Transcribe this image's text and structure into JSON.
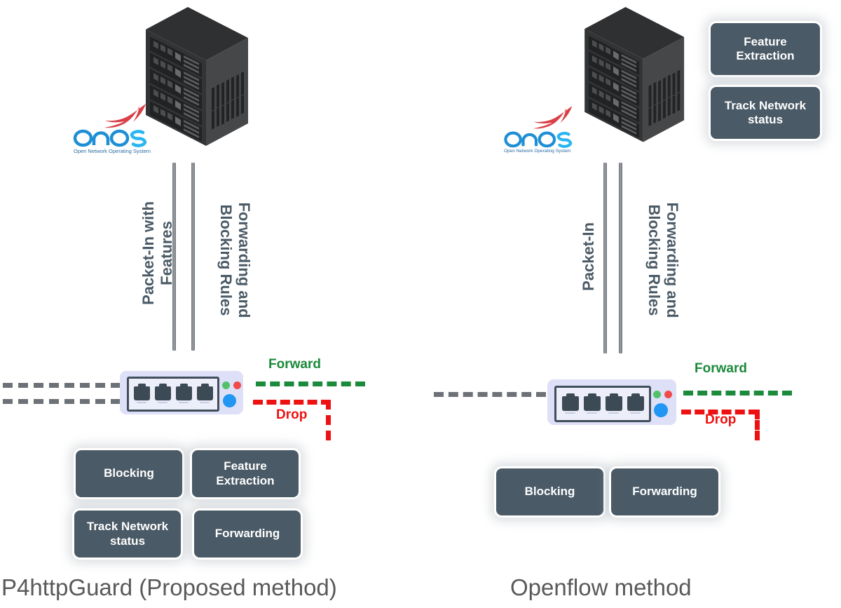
{
  "diagram": {
    "title_left": "P4httpGuard (Proposed method)",
    "title_right": "Openflow method"
  },
  "left_panel": {
    "caption": "P4httpGuard (Proposed method)",
    "controller": {
      "icon": "server-rack-icon",
      "logo_word": "onos",
      "logo_subtitle": "Open Network Operating System",
      "logo_bird": "onos-bird-icon"
    },
    "channels": [
      {
        "label": "Packet-In with\nFeatures",
        "direction": "up"
      },
      {
        "label": "Forwarding and\nBlocking Rules",
        "direction": "down"
      }
    ],
    "switch": {
      "icon": "network-switch-icon",
      "ports": 4
    },
    "flows": {
      "ingress_count": 2,
      "forward_label": "Forward",
      "drop_label": "Drop",
      "forward_color": "#1b8a3a",
      "drop_color": "#ee1111",
      "ingress_color": "#6d7278"
    },
    "functions": [
      "Blocking",
      "Feature\nExtraction",
      "Track Network\nstatus",
      "Forwarding"
    ]
  },
  "right_panel": {
    "caption": "Openflow method",
    "controller": {
      "icon": "server-rack-icon",
      "logo_word": "onos",
      "logo_subtitle": "Open Network Operating System",
      "logo_bird": "onos-bird-icon"
    },
    "controller_functions": [
      "Feature\nExtraction",
      "Track Network\nstatus"
    ],
    "channels": [
      {
        "label": "Packet-In",
        "direction": "up"
      },
      {
        "label": "Forwarding and\nBlocking Rules",
        "direction": "down"
      }
    ],
    "switch": {
      "icon": "network-switch-icon",
      "ports": 4
    },
    "flows": {
      "ingress_count": 1,
      "forward_label": "Forward",
      "drop_label": "Drop",
      "forward_color": "#1b8a3a",
      "drop_color": "#ee1111",
      "ingress_color": "#6d7278"
    },
    "functions": [
      "Blocking",
      "Forwarding"
    ]
  },
  "colors": {
    "box_fill": "#4a5a66",
    "box_border": "#ffffff",
    "label_text": "#4a5a66",
    "caption_text": "#59595b",
    "onos_blue": "#29a7e1",
    "onos_bird_red": "#d93f46",
    "switch_body": "#dde0f7",
    "switch_panel_border": "#414f5c"
  }
}
